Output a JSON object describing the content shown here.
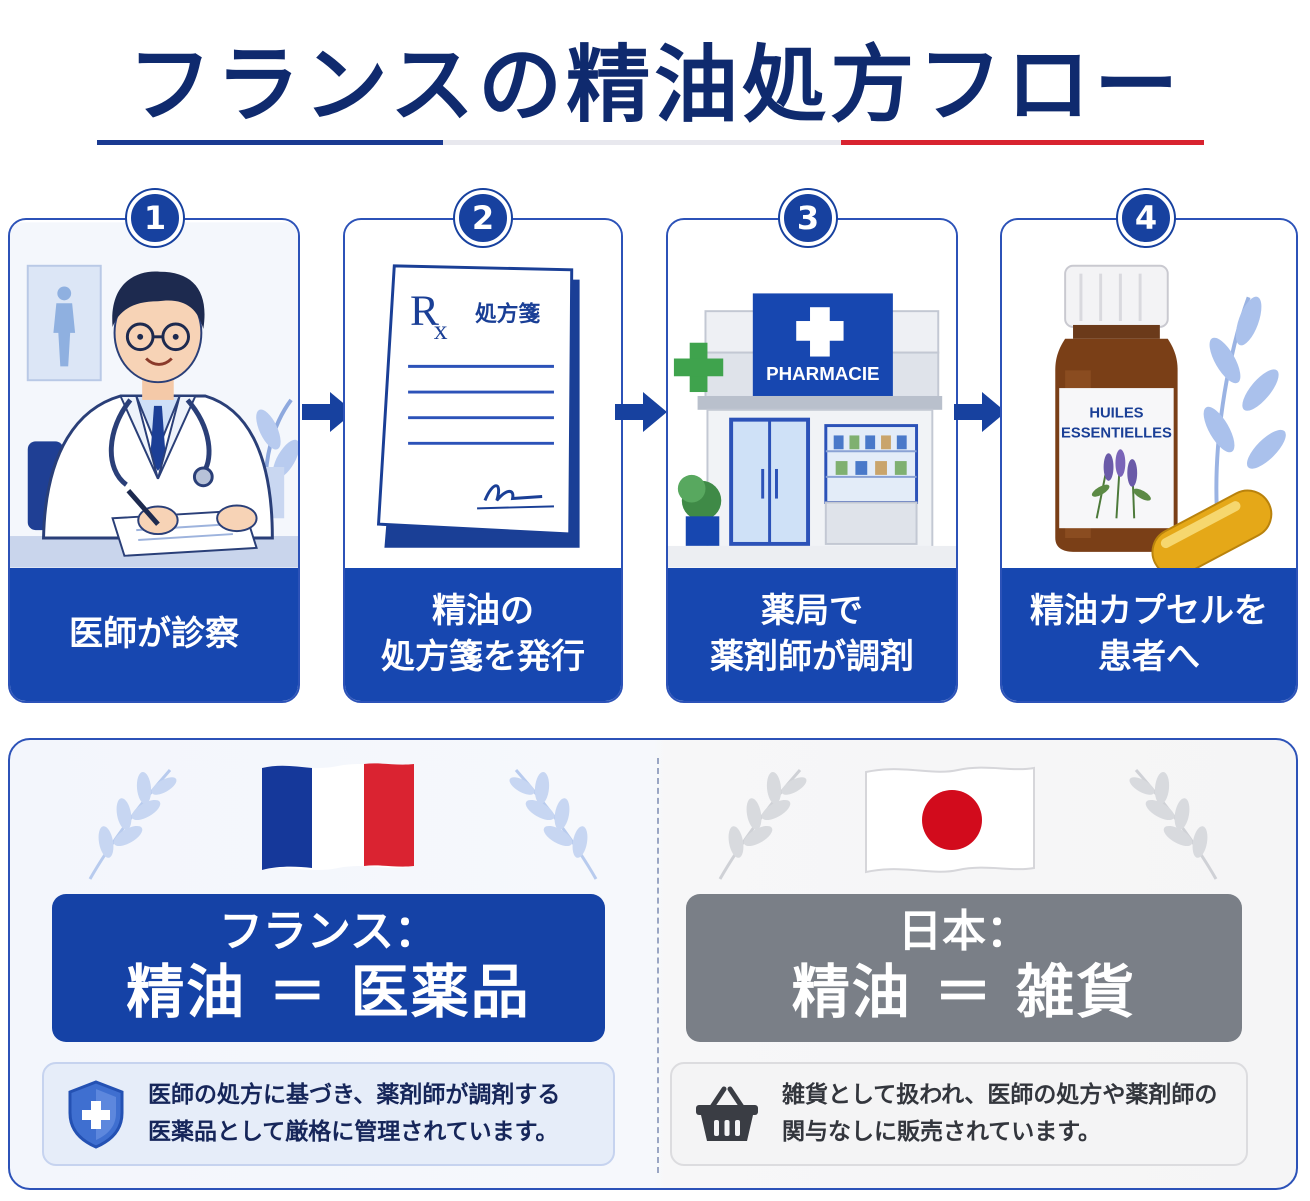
{
  "title": "フランスの精油処方フロー",
  "colors": {
    "navy": "#0f2a6e",
    "blue": "#1747b0",
    "red": "#d8232f",
    "grey": "#7a7f87"
  },
  "steps": [
    {
      "number": "1",
      "caption_line1": "医師が診察",
      "caption_line2": "",
      "icon": "doctor-icon"
    },
    {
      "number": "2",
      "caption_line1": "精油の",
      "caption_line2": "処方箋を発行",
      "icon": "prescription-icon",
      "doc_label": "処方箋",
      "rx_mark": "R",
      "rx_sub": "x"
    },
    {
      "number": "3",
      "caption_line1": "薬局で",
      "caption_line2": "薬剤師が調剤",
      "icon": "pharmacy-icon",
      "sign": "PHARMACIE"
    },
    {
      "number": "4",
      "caption_line1": "精油カプセルを",
      "caption_line2": "患者へ",
      "icon": "essential-oil-bottle-icon",
      "label_line1": "HUILES",
      "label_line2": "ESSENTIELLES"
    }
  ],
  "comparison": {
    "france": {
      "country": "フランス：",
      "equation": "精油 ＝ 医薬品",
      "note_line1": "医師の処方に基づき、薬剤師が調剤する",
      "note_line2": "医薬品として厳格に管理されています。",
      "icon": "shield-cross-icon"
    },
    "japan": {
      "country": "日本：",
      "equation": "精油 ＝ 雑貨",
      "note_line1": "雑貨として扱われ、医師の処方や薬剤師の",
      "note_line2": "関与なしに販売されています。",
      "icon": "shopping-basket-icon"
    }
  }
}
